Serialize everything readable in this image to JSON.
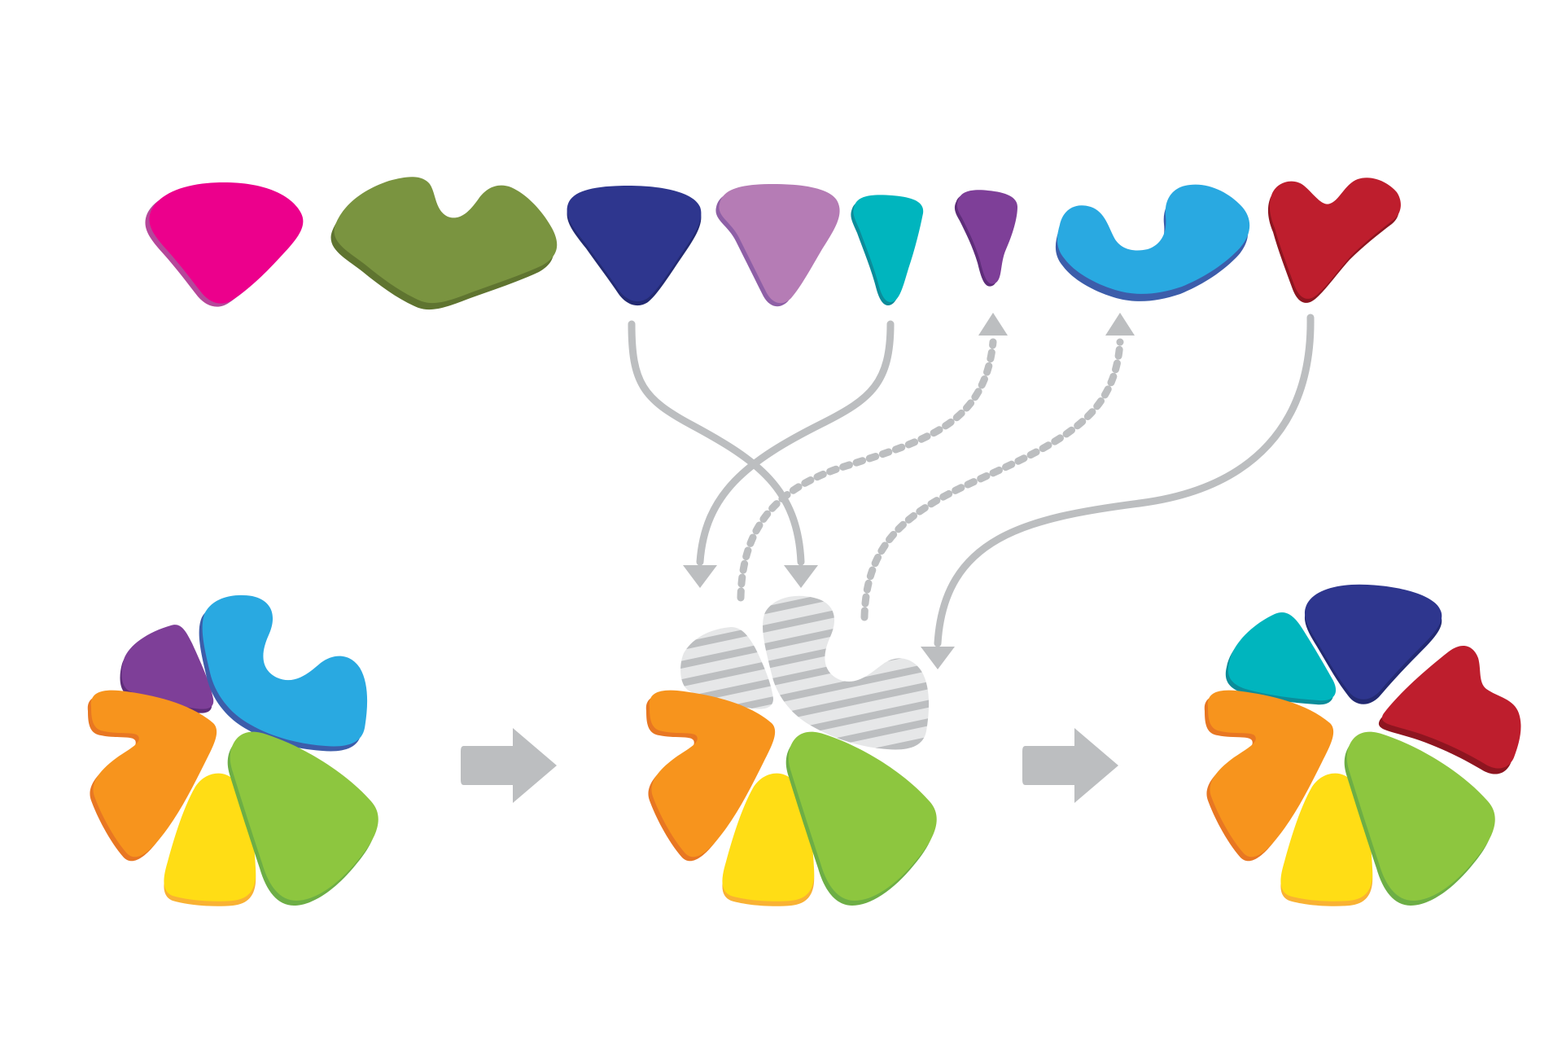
{
  "diagram": {
    "description_text": "",
    "colors": {
      "magenta": "#EC008C",
      "olive": "#7A9440",
      "olive_dark": "#5F7430",
      "navy": "#2E368E",
      "navy_dark": "#232A72",
      "lilac": "#B57CB5",
      "lilac_dark": "#8E5FA6",
      "teal": "#00B5BE",
      "teal_dark": "#0B8C9A",
      "purple": "#7E3F98",
      "purple_dark": "#5E2D7A",
      "sky": "#29A9E1",
      "sky_dark": "#3C5DAA",
      "crimson": "#BE1E2D",
      "crimson_dark": "#8E1520",
      "orange": "#F7941D",
      "orange_dark": "#E87722",
      "yellow": "#FFDD15",
      "yellow_dark": "#F9B233",
      "green": "#8DC63F",
      "green_dark": "#6DAE45",
      "gray": "#BCBEC0",
      "hatch_bg": "#E6E7E8",
      "hatch_line": "#BCBEC0"
    },
    "pool_pieces": [
      "magenta-wedge",
      "olive-notched",
      "navy-wedge",
      "lilac-wedge",
      "teal-wedge",
      "purple-small-wedge",
      "sky-u-shape",
      "crimson-heart-shape"
    ],
    "assemblies": [
      "initial-complex",
      "intermediate-complex",
      "final-complex"
    ],
    "step_arrows": [
      "step-arrow-1",
      "step-arrow-2"
    ]
  }
}
